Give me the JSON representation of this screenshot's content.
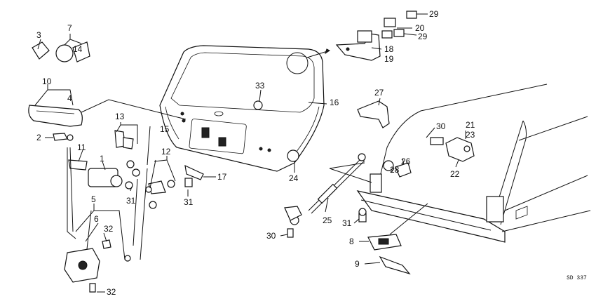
{
  "diagram": {
    "code": "SD 337",
    "callouts": {
      "c3": "3",
      "c7": "7",
      "c14": "14",
      "c10": "10",
      "c4": "4",
      "c2": "2",
      "c11": "11",
      "c1": "1",
      "c13": "13",
      "c15": "15",
      "c12": "12",
      "c17": "17",
      "c31a": "31",
      "c31b": "31",
      "c5": "5",
      "c6": "6",
      "c32a": "32",
      "c32b": "32",
      "c33": "33",
      "c16": "16",
      "c24": "24",
      "c29a": "29",
      "c20": "20",
      "c29b": "29",
      "c18": "18",
      "c19": "19",
      "c27": "27",
      "c30a": "30",
      "c21": "21",
      "c23": "23",
      "c22": "22",
      "c28": "28",
      "c26": "26",
      "c25": "25",
      "c30b": "30",
      "c31c": "31",
      "c8": "8",
      "c9": "9"
    }
  }
}
